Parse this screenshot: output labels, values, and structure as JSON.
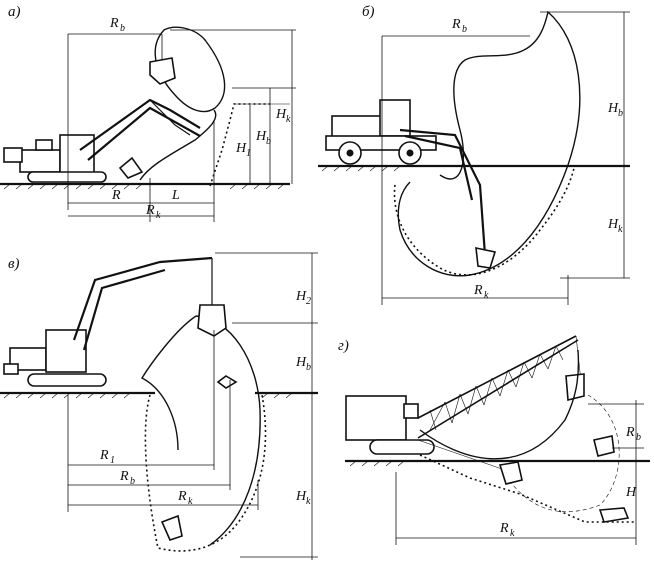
{
  "panels": {
    "a": {
      "label": "а)",
      "labels": {
        "Rb": "R",
        "Rb_sub": "b",
        "H1": "H",
        "H1_sub": "1",
        "Hb": "H",
        "Hb_sub": "b",
        "Hk": "H",
        "Hk_sub": "k",
        "R": "R",
        "L": "L",
        "Rk": "R",
        "Rk_sub": "k"
      }
    },
    "b": {
      "label": "б)",
      "labels": {
        "Rb": "R",
        "Rb_sub": "b",
        "Hb": "H",
        "Hb_sub": "b",
        "Hk": "H",
        "Hk_sub": "k",
        "Rk": "R",
        "Rk_sub": "k"
      }
    },
    "v": {
      "label": "в)",
      "labels": {
        "H2": "H",
        "H2_sub": "2",
        "Hb": "H",
        "Hb_sub": "b",
        "Hk": "H",
        "Hk_sub": "k",
        "R1": "R",
        "R1_sub": "1",
        "Rb": "R",
        "Rb_sub": "b",
        "Rk": "R",
        "Rk_sub": "k"
      }
    },
    "g": {
      "label": "г)",
      "labels": {
        "Rb": "R",
        "Rb_sub": "b",
        "H": "H",
        "Rk": "R",
        "Rk_sub": "k"
      }
    }
  }
}
